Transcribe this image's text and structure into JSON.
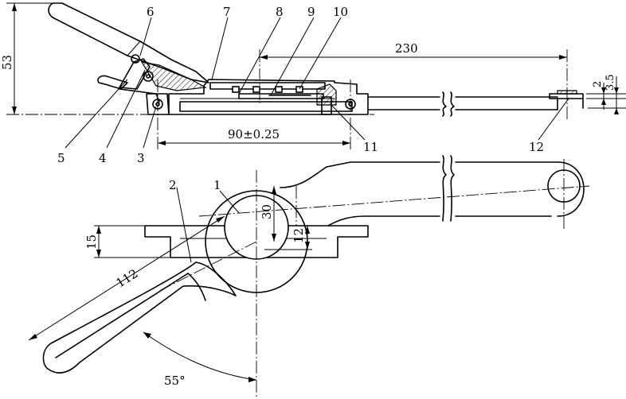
{
  "part_labels": {
    "p1": "1",
    "p2": "2",
    "p3": "3",
    "p4": "4",
    "p5": "5",
    "p6": "6",
    "p7": "7",
    "p8": "8",
    "p9": "9",
    "p10": "10",
    "p11": "11",
    "p12": "12"
  },
  "dimensions": {
    "height_overall": "53",
    "length_bar": "230",
    "length_pivot": "90±0.25",
    "offset_2": "2",
    "offset_3_5": "3.5",
    "radius_30": "30",
    "plate_15": "15",
    "plate_12": "12",
    "handle_112": "112",
    "angle": "55°"
  }
}
